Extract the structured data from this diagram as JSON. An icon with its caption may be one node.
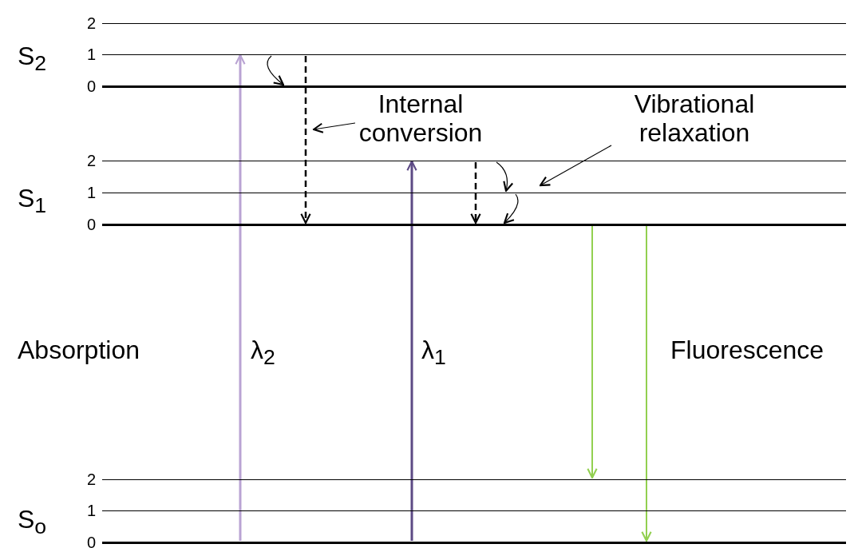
{
  "diagram": {
    "nodes": [
      {
        "text": [
          "2"
        ]
      },
      {
        "text": [
          "1"
        ]
      },
      {
        "text": [
          "0"
        ]
      },
      {
        "text": [
          "2"
        ]
      },
      {
        "text": [
          "1"
        ]
      },
      {
        "text": [
          "0"
        ]
      },
      {
        "text": [
          "2"
        ]
      },
      {
        "text": [
          "1"
        ]
      },
      {
        "text": [
          "0"
        ]
      },
      {
        "text": [
          "Internal conversion"
        ]
      },
      {
        "text": [
          "Vibrational relaxation"
        ]
      }
    ],
    "edges": [
      {
        "from": 8,
        "to": 1,
        "arrow": "to",
        "label": "λ$_{2}$",
        "color": "#b9a3d3"
      },
      {
        "from": 8,
        "to": 3,
        "arrow": "to",
        "label": "λ$_{1}$",
        "color": "#5d4a85"
      },
      {
        "from": 1,
        "to": 2,
        "arrow": "to"
      },
      {
        "from": 1,
        "to": 5,
        "arrow": "to",
        "style": "dashed"
      },
      {
        "from": 3,
        "to": 5,
        "arrow": "to",
        "style": "dashed"
      },
      {
        "from": 3,
        "to": 4,
        "arrow": "to"
      },
      {
        "from": 4,
        "to": 5,
        "arrow": "to"
      },
      {
        "from": 5,
        "to": 6,
        "arrow": "to",
        "color": "#92d050"
      },
      {
        "from": 5,
        "to": 8,
        "arrow": "to",
        "color": "#92d050"
      },
      {
        "from": 9,
        "to": null,
        "arrow": "to"
      },
      {
        "from": 10,
        "to": 4,
        "arrow": "to"
      }
    ],
    "labels": [
      "S$_{2}$",
      "S$_{1}$",
      "Absorption",
      "Fluorescence",
      "S$_{o}$"
    ]
  }
}
